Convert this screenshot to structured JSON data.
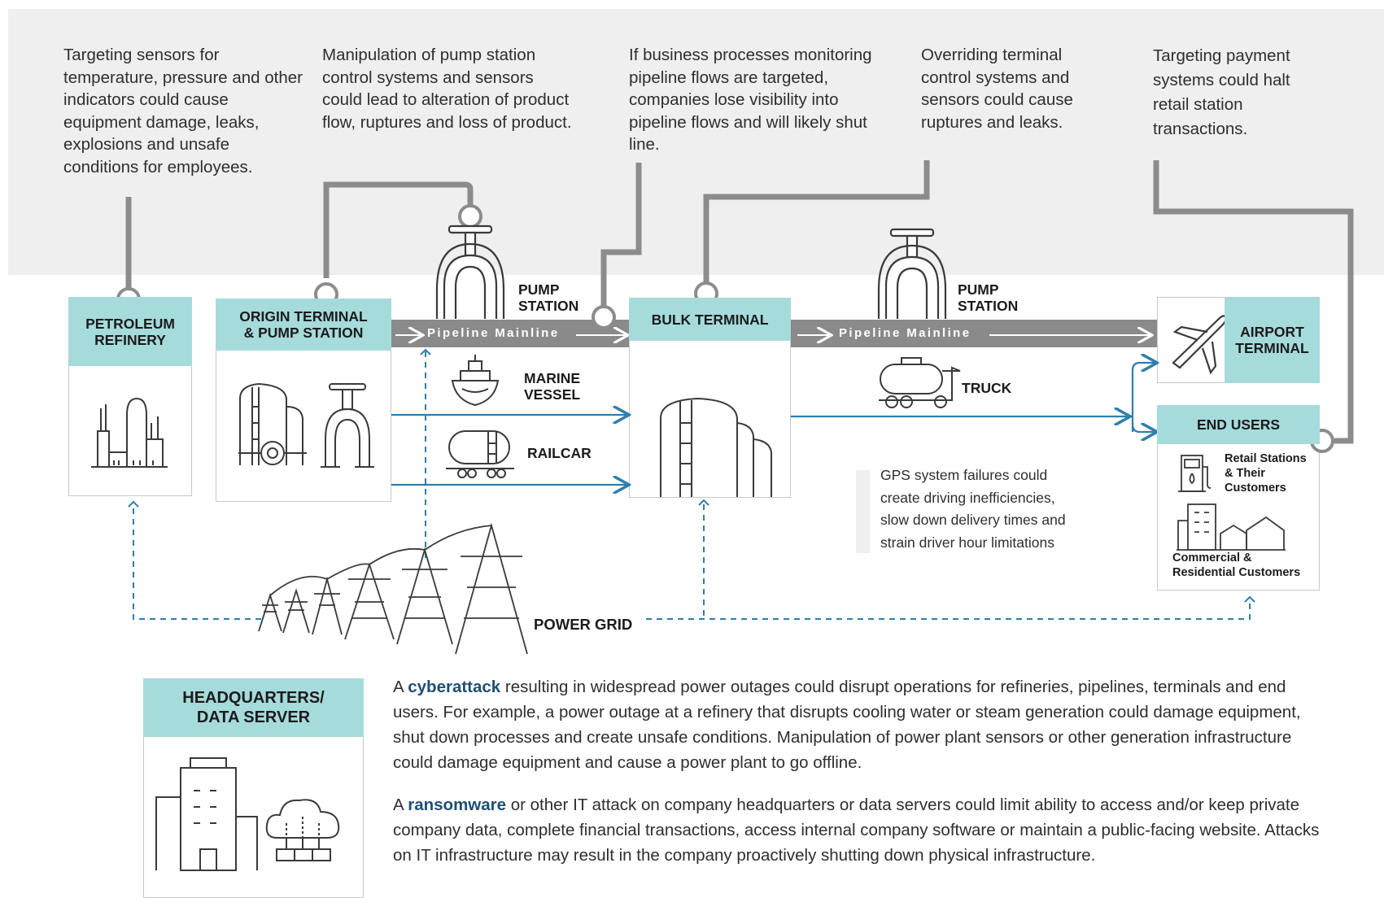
{
  "annotations": {
    "refinery": "Targeting sensors for temperature, pressure and other indicators could cause equipment damage, leaks, explosions and unsafe conditions for employees.",
    "pump_station": "Manipulation of pump station control systems and sensors could lead to alteration of product flow, ruptures and loss of product.",
    "business": "If business processes monitoring pipeline flows are targeted, companies lose visibility into pipeline flows and will likely shut line.",
    "terminal": "Overriding terminal control systems and sensors could cause ruptures and leaks.",
    "payment": "Targeting payment systems could halt retail station transactions."
  },
  "nodes": {
    "refinery": "PETROLEUM\nREFINERY",
    "origin": "ORIGIN TERMINAL\n& PUMP STATION",
    "bulk": "BULK TERMINAL",
    "airport": "AIRPORT\nTERMINAL",
    "end_users": "END USERS",
    "headquarters": "HEADQUARTERS/\nDATA SERVER"
  },
  "labels": {
    "pump_station_1": "PUMP\nSTATION",
    "pump_station_2": "PUMP\nSTATION",
    "pipeline_1": "Pipeline Mainline",
    "pipeline_2": "Pipeline Mainline",
    "marine_vessel": "MARINE\nVESSEL",
    "railcar": "RAILCAR",
    "truck": "TRUCK",
    "power_grid": "POWER GRID",
    "retail_stations": "Retail Stations\n& Their\nCustomers",
    "commercial": "Commercial &\nResidential Customers"
  },
  "gps_note": "GPS system failures could\ncreate driving inefficiencies,\nslow down delivery times and\nstrain driver hour limitations",
  "paragraphs": {
    "cyber_a": "A ",
    "cyber_kw": "cyberattack",
    "cyber_rest": " resulting in widespread power outages could disrupt operations for refineries, pipelines, terminals and end users. For example, a power outage at a refinery that disrupts cooling water or steam generation could damage equipment, shut down processes and create unsafe conditions. Manipulation of power plant sensors or other generation infrastructure could damage equipment and cause a power plant to go offline.",
    "ransom_a": "A ",
    "ransom_kw": "ransomware",
    "ransom_rest": " or other IT attack on company headquarters or data servers could limit ability to access and/or keep private company data, complete financial transactions, access internal company software or maintain a public-facing website. Attacks on IT infrastructure may result in the company proactively shutting down physical infrastructure."
  },
  "colors": {
    "band": "#efefef",
    "header": "#a6dbdc",
    "pipe": "#8a8a8a",
    "connector": "#8c8c8c",
    "flow": "#2e7fad",
    "keyword": "#1d4f73"
  },
  "icons": [
    "refinery-icon",
    "tanks-icon",
    "valve-icon",
    "ship-icon",
    "railcar-icon",
    "storage-tank-icon",
    "truck-icon",
    "airplane-icon",
    "fuel-pump-icon",
    "buildings-icon",
    "power-tower-icon",
    "office-building-icon",
    "cloud-server-icon"
  ]
}
